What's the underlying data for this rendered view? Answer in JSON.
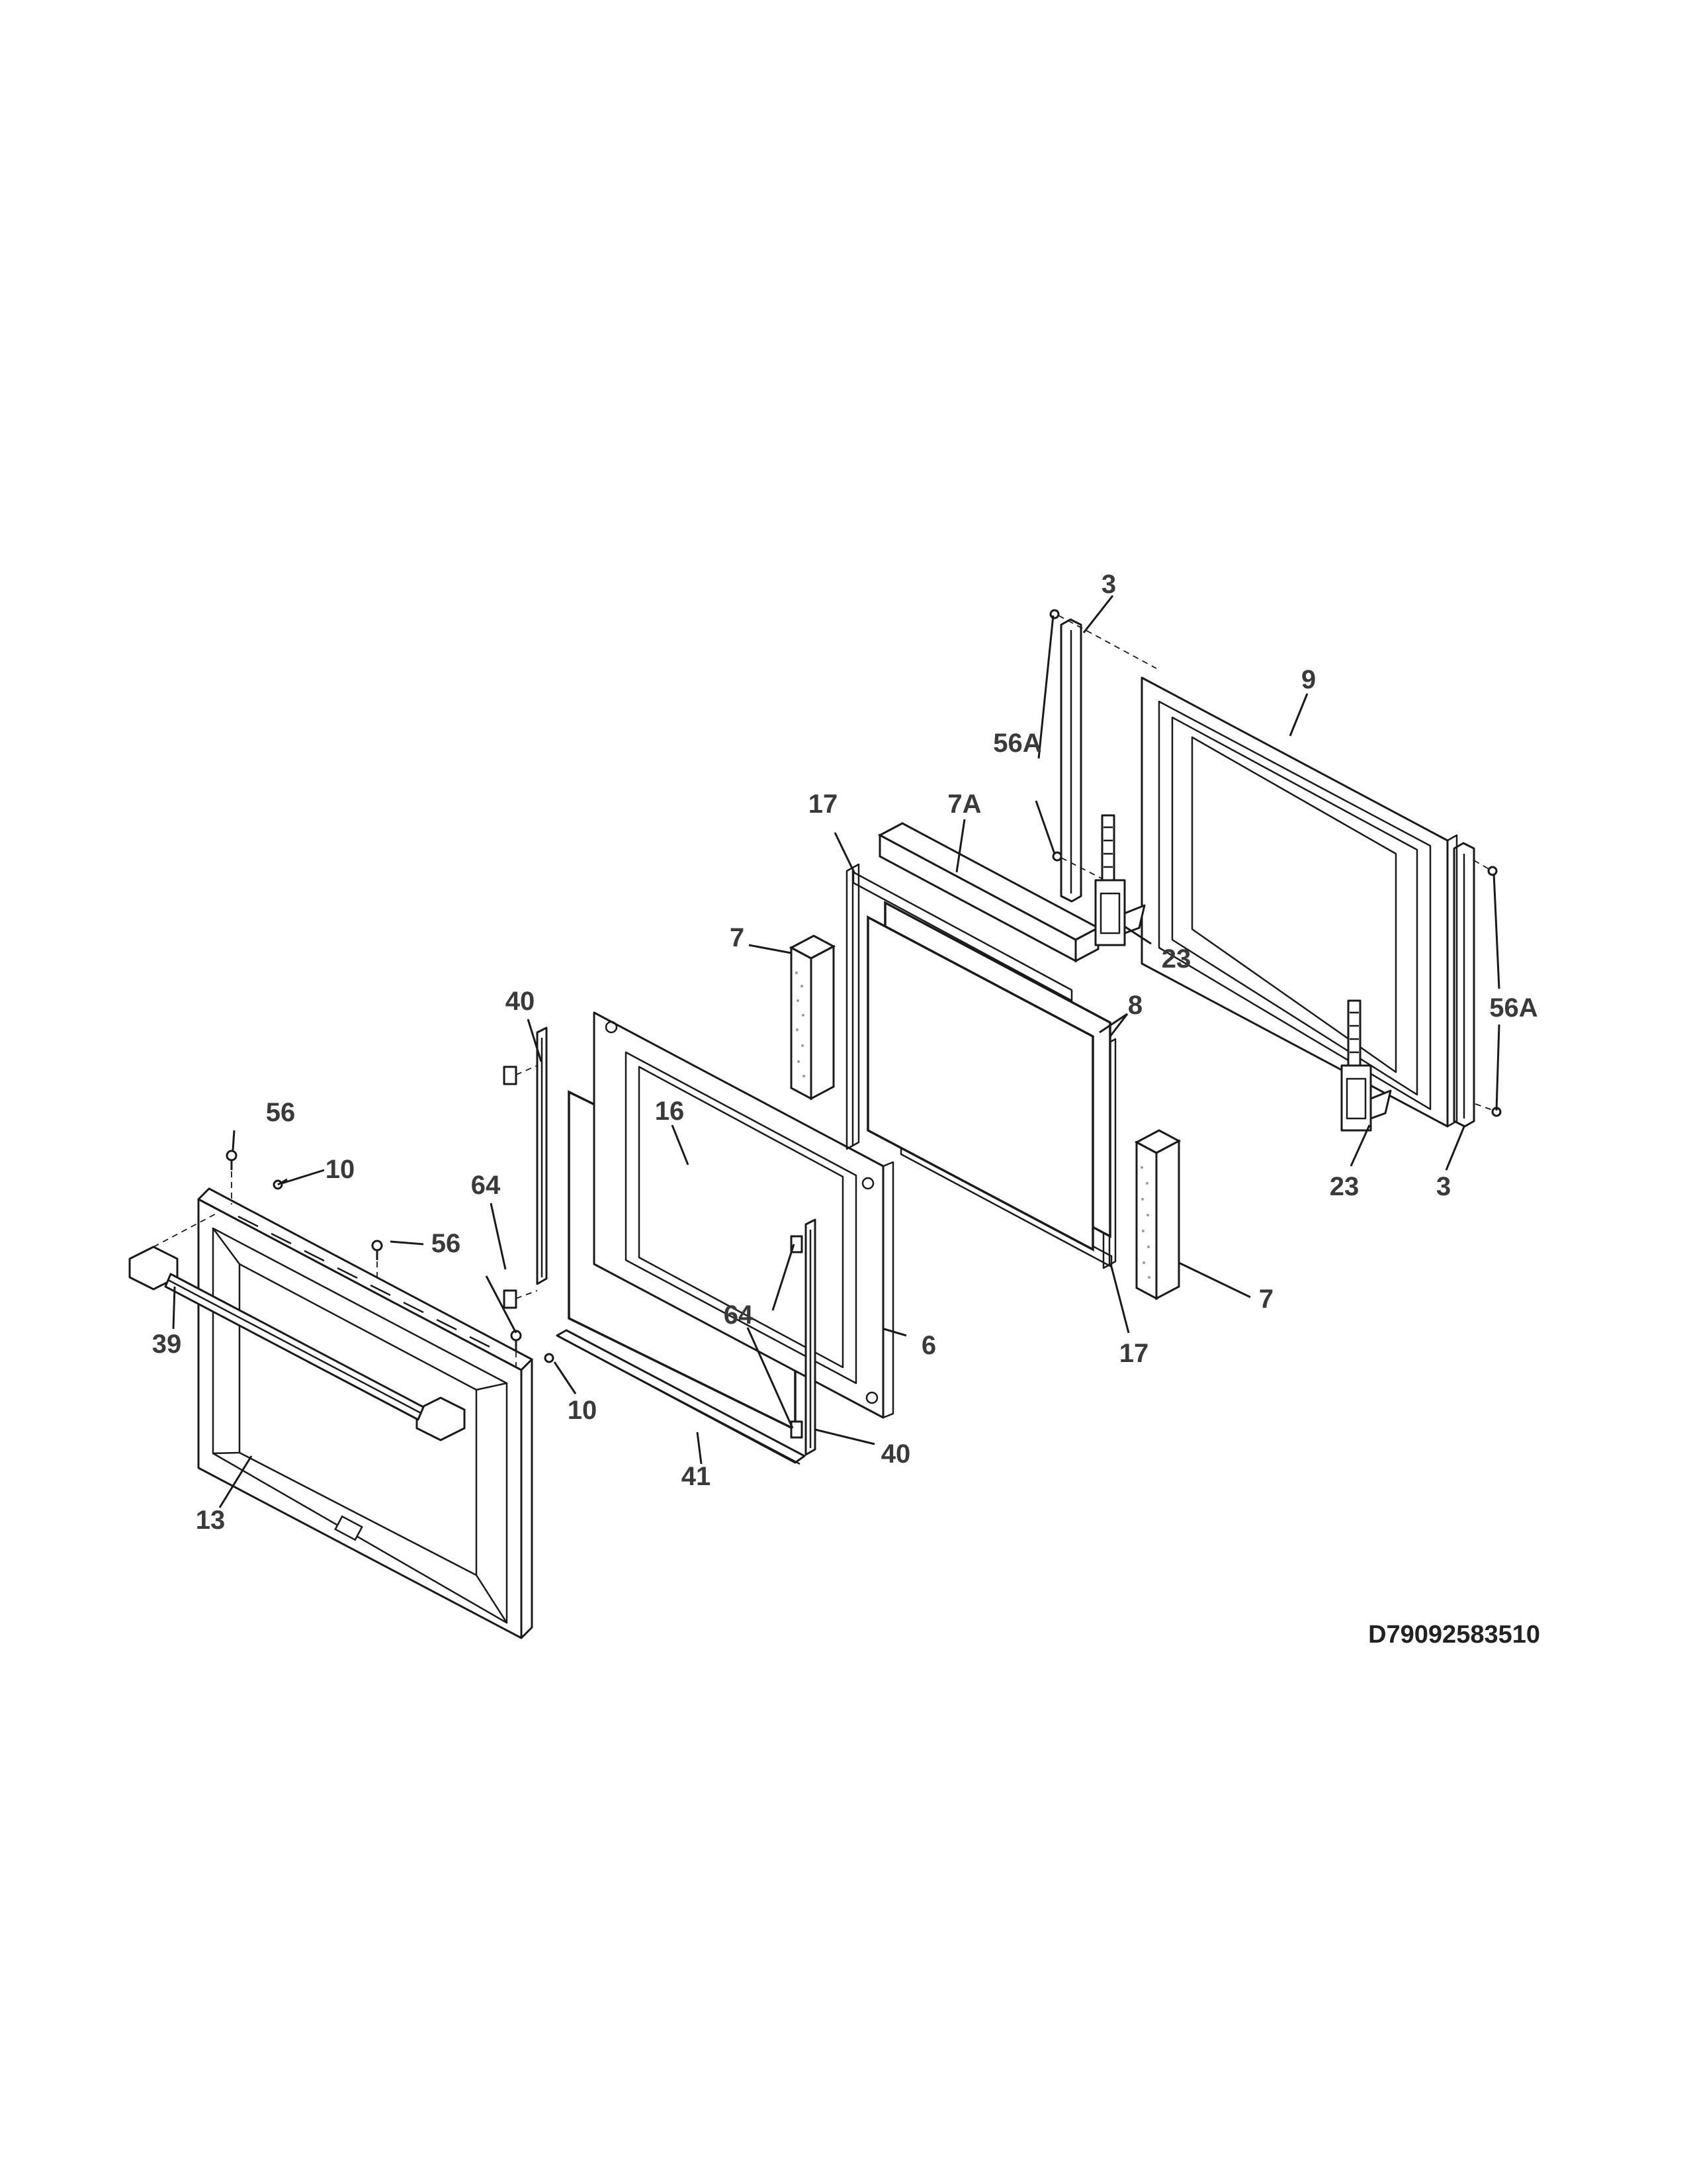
{
  "diagram": {
    "drawing_code": "D79092583510",
    "callouts": [
      "3",
      "9",
      "56A",
      "7A",
      "17",
      "7",
      "8",
      "23",
      "40",
      "56",
      "10",
      "16",
      "64",
      "6",
      "39",
      "41",
      "13"
    ]
  },
  "icons": {
    "screw": "screw-icon",
    "hinge": "hinge-icon"
  },
  "colors": {
    "line": "#1a1a1a",
    "label": "#3a3a3a",
    "background": "#ffffff"
  }
}
